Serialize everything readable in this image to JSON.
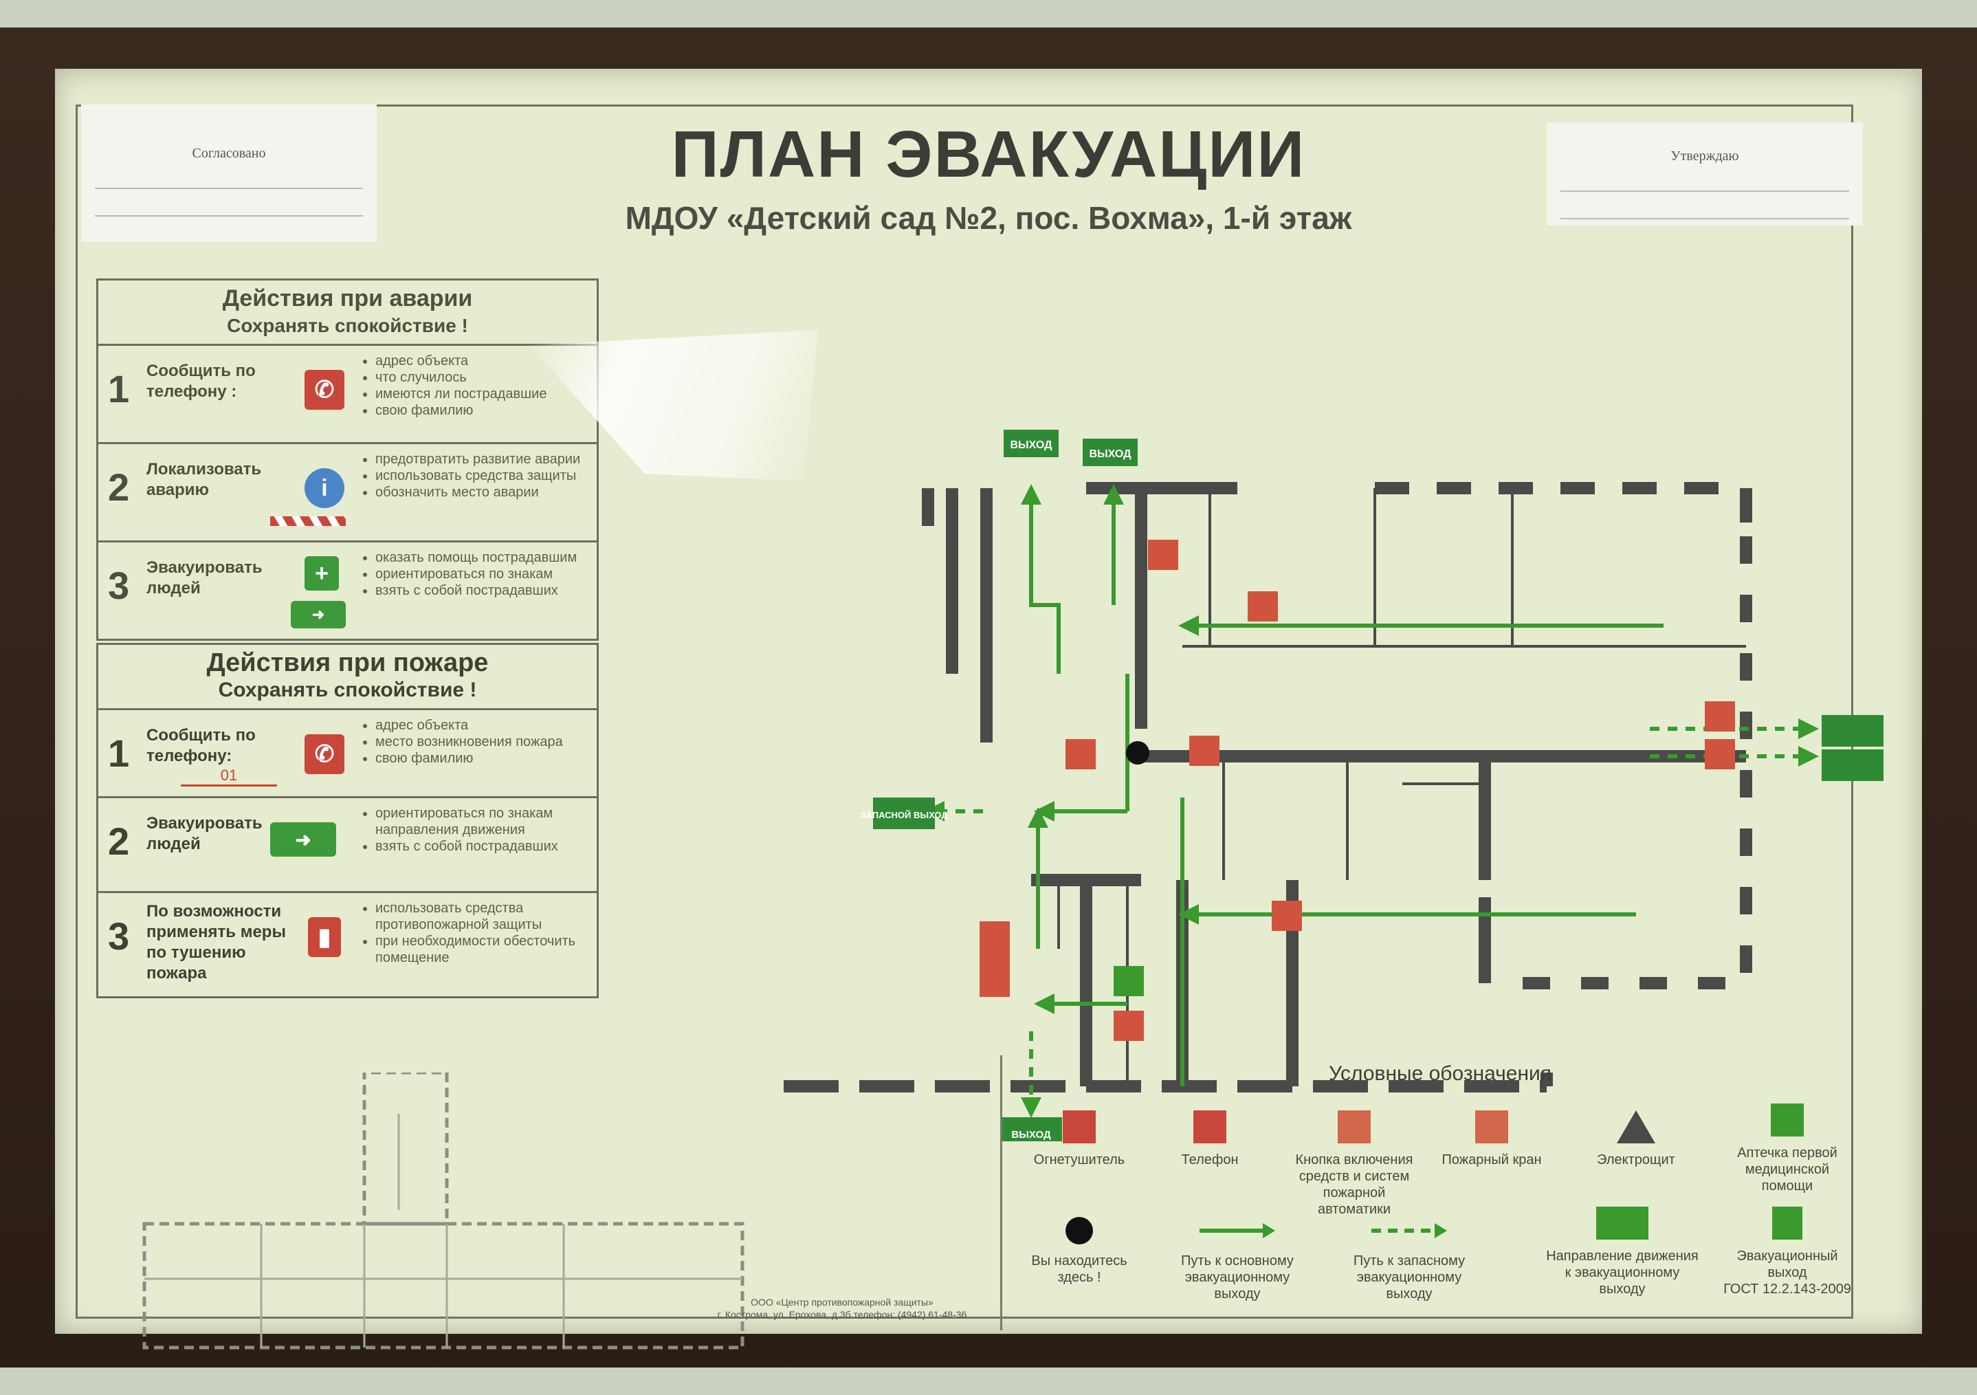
{
  "header": {
    "title": "ПЛАН ЭВАКУАЦИИ",
    "subtitle": "МДОУ «Детский сад №2, пос. Вохма», 1-й этаж"
  },
  "approval_left": {
    "label": "Согласовано"
  },
  "approval_right": {
    "label": "Утверждаю"
  },
  "accident": {
    "title": "Действия при аварии",
    "subtitle": "Сохранять спокойствие !",
    "rows": [
      {
        "num": "1",
        "label": "Сообщить по телефону :",
        "icon": "phone-icon",
        "items": [
          "адрес объекта",
          "что случилось",
          "имеются ли пострадавшие",
          "свою фамилию"
        ]
      },
      {
        "num": "2",
        "label": "Локализовать аварию",
        "icon": "info-icon",
        "items": [
          "предотвратить развитие аварии",
          "использовать средства защиты",
          "обозначить место аварии"
        ]
      },
      {
        "num": "3",
        "label": "Эвакуировать людей",
        "icon": "first-aid-icon",
        "items": [
          "оказать помощь пострадавшим",
          "ориентироваться по знакам",
          "взять с собой пострадавших"
        ]
      }
    ]
  },
  "fire": {
    "title": "Действия при пожаре",
    "subtitle": "Сохранять спокойствие !",
    "rows": [
      {
        "num": "1",
        "label": "Сообщить по телефону:",
        "phone_number": "01",
        "icon": "phone-icon",
        "items": [
          "адрес объекта",
          "место возникновения пожара",
          "свою фамилию"
        ]
      },
      {
        "num": "2",
        "label": "Эвакуировать людей",
        "icon": "exit-sign-icon",
        "items": [
          "ориентироваться по знакам направления движения",
          "взять с собой пострадавших"
        ]
      },
      {
        "num": "3",
        "label": "По возможности применять меры по тушению пожара",
        "icon": "extinguisher-icon",
        "items": [
          "использовать средства противопожарной защиты",
          "при необходимости обесточить помещение"
        ]
      }
    ]
  },
  "plan": {
    "exit_labels": [
      "ВЫХОД",
      "ВЫХОД",
      "ЗАПАСНОЙ ВЫХОД",
      "ВЫХОД"
    ]
  },
  "legend": {
    "title": "Условные обозначения",
    "items": [
      {
        "label": "Огнетушитель",
        "icon": "extinguisher-icon"
      },
      {
        "label": "Телефон",
        "icon": "phone-icon"
      },
      {
        "label": "Кнопка включения средств и систем пожарной автоматики",
        "icon": "fire-alarm-button-icon"
      },
      {
        "label": "Пожарный кран",
        "icon": "fire-hydrant-icon"
      },
      {
        "label": "Электрощит",
        "icon": "electric-panel-icon"
      },
      {
        "label": "Аптечка первой медицинской помощи",
        "icon": "first-aid-icon"
      },
      {
        "label": "Вы находитесь здесь !",
        "icon": "you-are-here-icon"
      },
      {
        "label": "Путь к основному эвакуационному выходу",
        "icon": "main-route-icon"
      },
      {
        "label": "Путь к запасному эвакуационному выходу",
        "icon": "spare-route-icon"
      },
      {
        "label": "Направление движения к эвакуационному выходу",
        "icon": "direction-sign-icon"
      },
      {
        "label": "Эвакуационный выход",
        "icon": "evacuation-exit-icon"
      }
    ],
    "standard": "ГОСТ 12.2.143-2009"
  },
  "footer": {
    "company": "ООО «Центр противопожарной защиты»",
    "address": "г. Кострома, ул. Ерохова, д.3б телефон: (4942) 61-48-36"
  }
}
